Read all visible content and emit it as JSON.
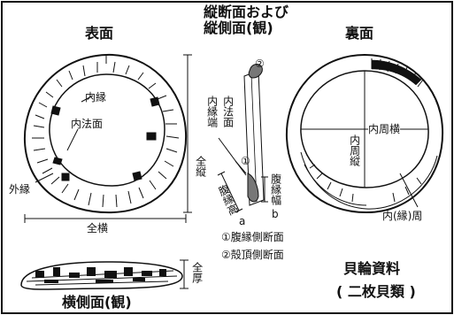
{
  "titles": {
    "front": "表面",
    "section_line1": "縦断面および",
    "section_line2": "縦側面(観)",
    "back": "裏面",
    "lateral": "横側面(観)",
    "resource_line1": "貝輪資料",
    "resource_line2": "( 二枚貝類 )"
  },
  "labels": {
    "inner_edge": "内縁",
    "inner_face": "内法面",
    "outer_edge": "外縁",
    "full_width": "全横",
    "full_length": "全縦",
    "full_thickness": "全厚",
    "inner_face_end": "内縁端",
    "inner_face_v": "内法面",
    "ventral_width": "腹縁幅",
    "ventral_height": "腹縁高",
    "label_a": "a",
    "label_b": "b",
    "inner_width": "内周横",
    "inner_length": "内周縦",
    "inner_edge_circ": "内(縁)周",
    "circle_1": "①",
    "circle_2": "②"
  },
  "legend": {
    "item1": "①腹縁側断面",
    "item2": "②殻頂側断面"
  }
}
